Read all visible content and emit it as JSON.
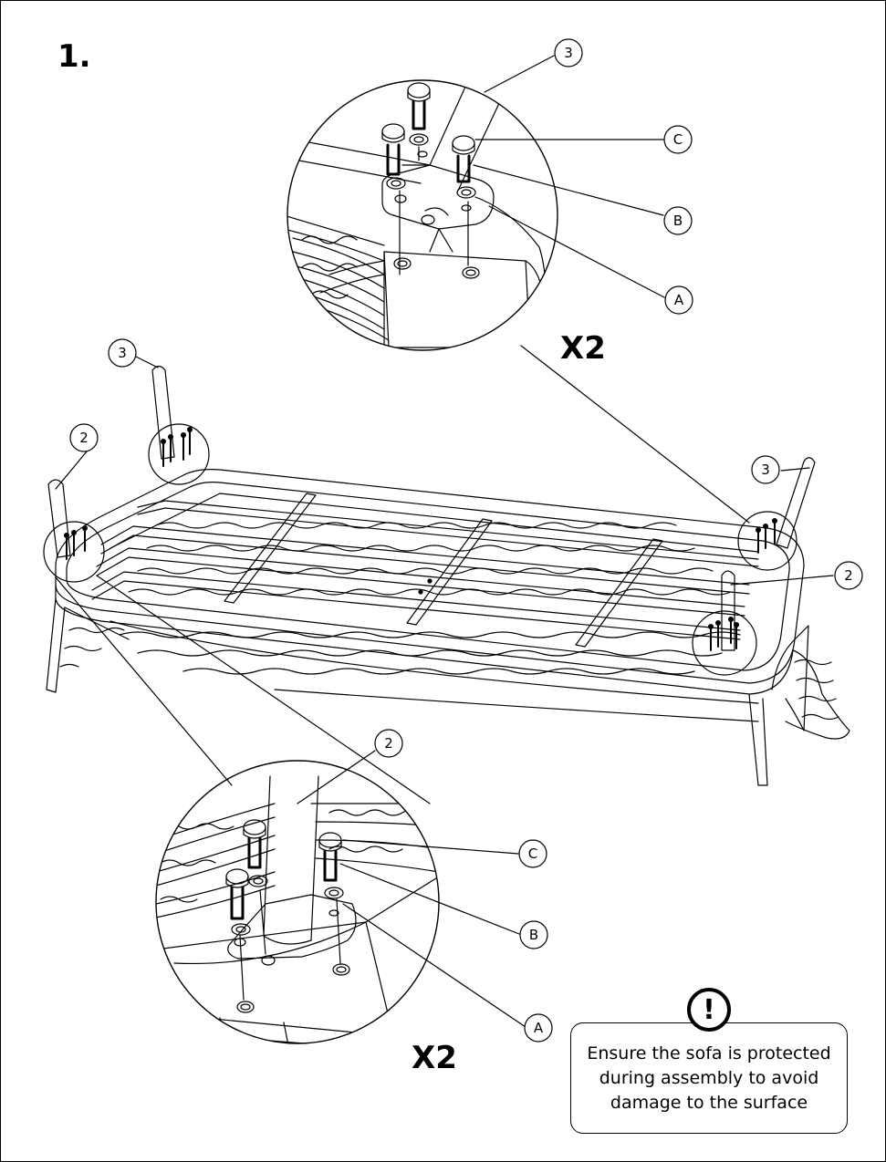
{
  "step": {
    "number": "1."
  },
  "multipliers": {
    "top_detail": "X2",
    "bottom_detail": "X2"
  },
  "callouts": {
    "top": {
      "part3": "3",
      "partC": "C",
      "partB": "B",
      "partA": "A"
    },
    "main": {
      "left_leg": "2",
      "left_back_post": "3",
      "right_back_post": "3",
      "right_leg": "2"
    },
    "bottom": {
      "part2": "2",
      "partC": "C",
      "partB": "B",
      "partA": "A"
    }
  },
  "warning": {
    "icon": "exclamation-icon",
    "symbol": "!",
    "text": "Ensure the sofa is protected during assembly to avoid damage to the surface"
  }
}
